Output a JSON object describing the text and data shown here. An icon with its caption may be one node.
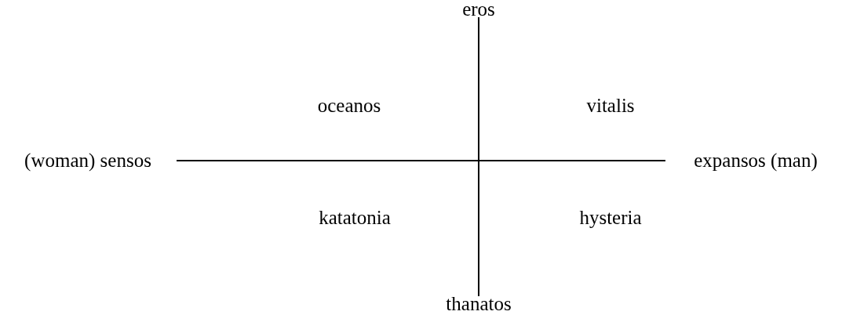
{
  "diagram": {
    "labels": [
      "eros",
      "oceanos",
      "vitalis",
      "(woman) sensos",
      "expansos (man)",
      "katatonia",
      "hysteria",
      "thanatos"
    ]
  }
}
